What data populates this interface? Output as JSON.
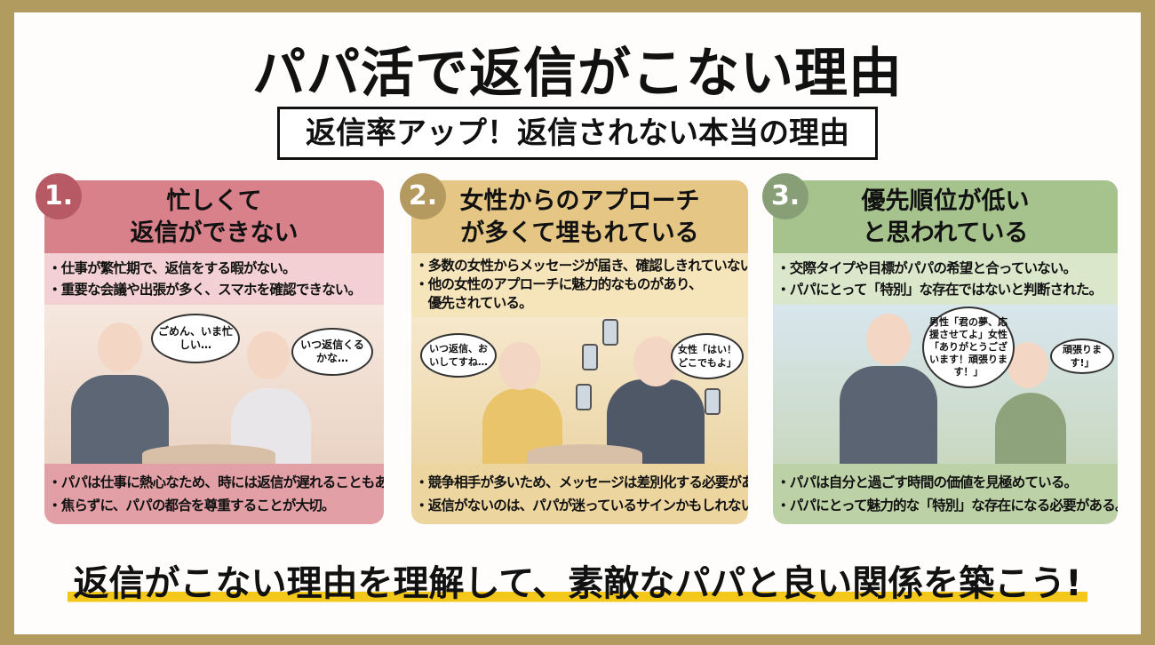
{
  "title": "パパ活で返信がこない理由",
  "subtitle": "返信率アップ！返信されない本当の理由",
  "colors": {
    "border": "#b19b5e",
    "panel1": "#d9818b",
    "panel2": "#e5c685",
    "panel3": "#a6c28d",
    "highlight": "#f3c81b"
  },
  "panels": [
    {
      "number": "1.",
      "title": [
        "忙しくて",
        "返信ができない"
      ],
      "bullets": [
        "・仕事が繁忙期で、返信をする暇がない。",
        "・重要な会議や出張が多く、スマホを確認できない。"
      ],
      "bubbles": [
        "ごめん、いま忙しい…",
        "いつ返信くるかな…"
      ],
      "footer": [
        "・パパは仕事に熱心なため、時には返信が遅れることもある。",
        "・焦らずに、パパの都合を尊重することが大切。"
      ]
    },
    {
      "number": "2.",
      "title": [
        "女性からのアプローチ",
        "が多くて埋もれている"
      ],
      "bullets": [
        "・多数の女性からメッセージが届き、確認しきれていない。",
        "・他の女性のアプローチに魅力的なものがあり、",
        "　優先されている。"
      ],
      "bubbles": [
        "いつ返信、おいしてすね…",
        "女性「はい！どこでもよ」"
      ],
      "footer": [
        "・競争相手が多いため、メッセージは差別化する必要がある。",
        "・返信がないのは、パパが迷っているサインかもしれない。"
      ]
    },
    {
      "number": "3.",
      "title": [
        "優先順位が低い",
        "と思われている"
      ],
      "bullets": [
        "・交際タイプや目標がパパの希望と合っていない。",
        "・パパにとって「特別」な存在ではないと判断された。"
      ],
      "bubbles": [
        "男性「君の夢、応援させてよ」女性「ありがとうございます！頑張ります！」",
        "頑張ります!」"
      ],
      "footer": [
        "・パパは自分と過ごす時間の価値を見極めている。",
        "・パパにとって魅力的な「特別」な存在になる必要がある。"
      ]
    }
  ],
  "conclusion": "返信がこない理由を理解して、素敵なパパと良い関係を築こう!"
}
